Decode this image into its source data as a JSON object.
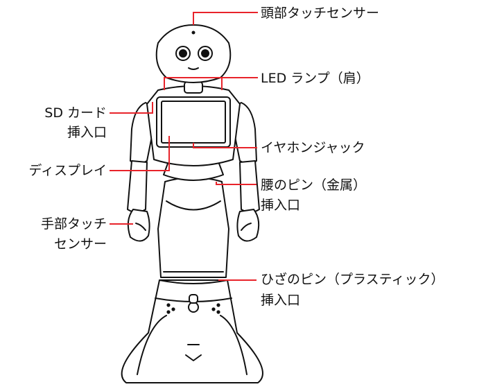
{
  "colors": {
    "callout": "#e8232a",
    "outline": "#111111",
    "fill": "#ffffff"
  },
  "labels": {
    "head_touch": "頭部タッチセンサー",
    "led_lamp": "LED ランプ（肩）",
    "sd_card_line1": "SD カード",
    "sd_card_line2": "挿入口",
    "earphone_jack": "イヤホンジャック",
    "display": "ディスプレイ",
    "waist_pin_line1": "腰のピン（金属）",
    "waist_pin_line2": "挿入口",
    "hand_touch_line1": "手部タッチ",
    "hand_touch_line2": "センサー",
    "knee_pin_line1": "ひざのピン（プラスティック）",
    "knee_pin_line2": "挿入口"
  }
}
